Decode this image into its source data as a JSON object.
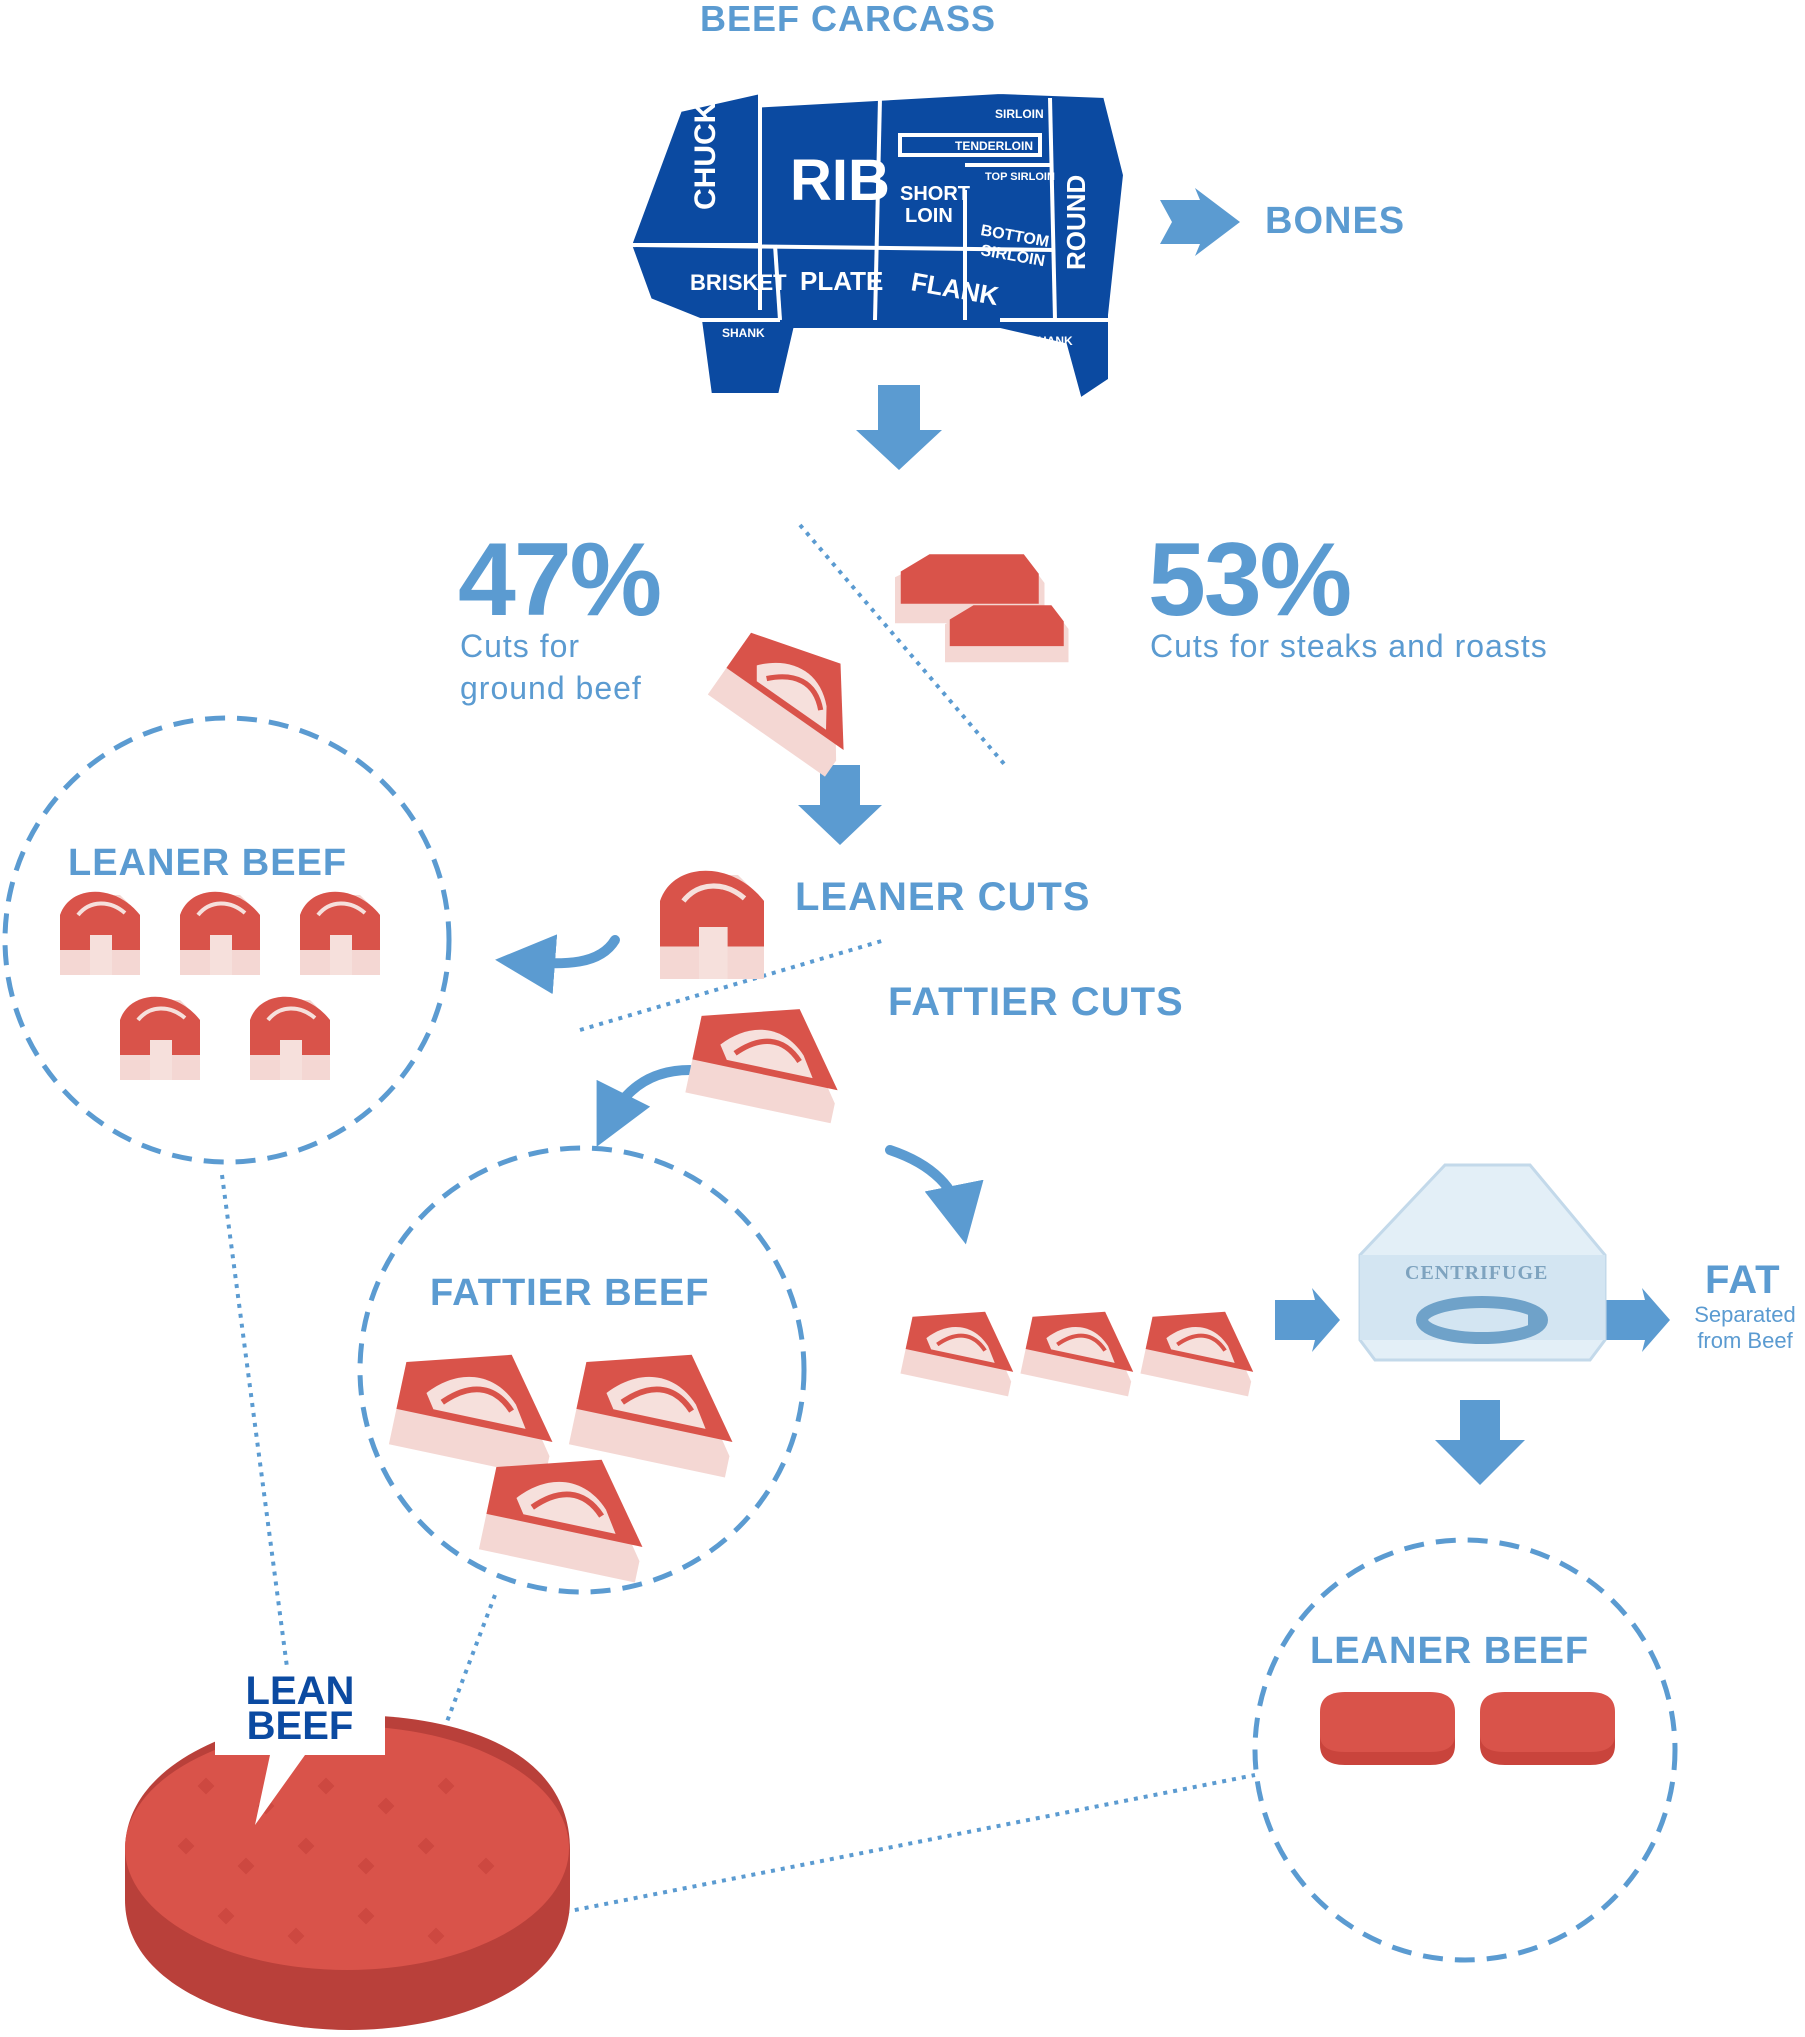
{
  "title": "BEEF CARCASS",
  "carcass_cuts": [
    "CHUCK",
    "RIB",
    "SIRLOIN",
    "TENDERLOIN",
    "TOP SIRLOIN",
    "SHORT LOIN",
    "BOTTOM SIRLOIN",
    "ROUND",
    "BRISKET",
    "PLATE",
    "FLANK",
    "SHANK",
    "SHANK"
  ],
  "bones_label": "BONES",
  "split": {
    "left_percent": "47%",
    "left_text_line1": "Cuts for",
    "left_text_line2": "ground beef",
    "right_percent": "53%",
    "right_text": "Cuts for steaks and roasts"
  },
  "leaner_cuts_label": "LEANER CUTS",
  "fattier_cuts_label": "FATTIER CUTS",
  "leaner_beef_circle_1": "LEANER BEEF",
  "fattier_beef_circle": "FATTIER BEEF",
  "centrifuge_label": "CENTRIFUGE",
  "fat_label": "FAT",
  "fat_sub_line1": "Separated",
  "fat_sub_line2": "from Beef",
  "leaner_beef_circle_2": "LEANER BEEF",
  "lean_beef_line1": "LEAN",
  "lean_beef_line2": "BEEF",
  "colors": {
    "accent": "#5b9bd1",
    "carcass": "#0b4aa1",
    "meat": "#d9534a",
    "fat": "#f4d7d3"
  }
}
